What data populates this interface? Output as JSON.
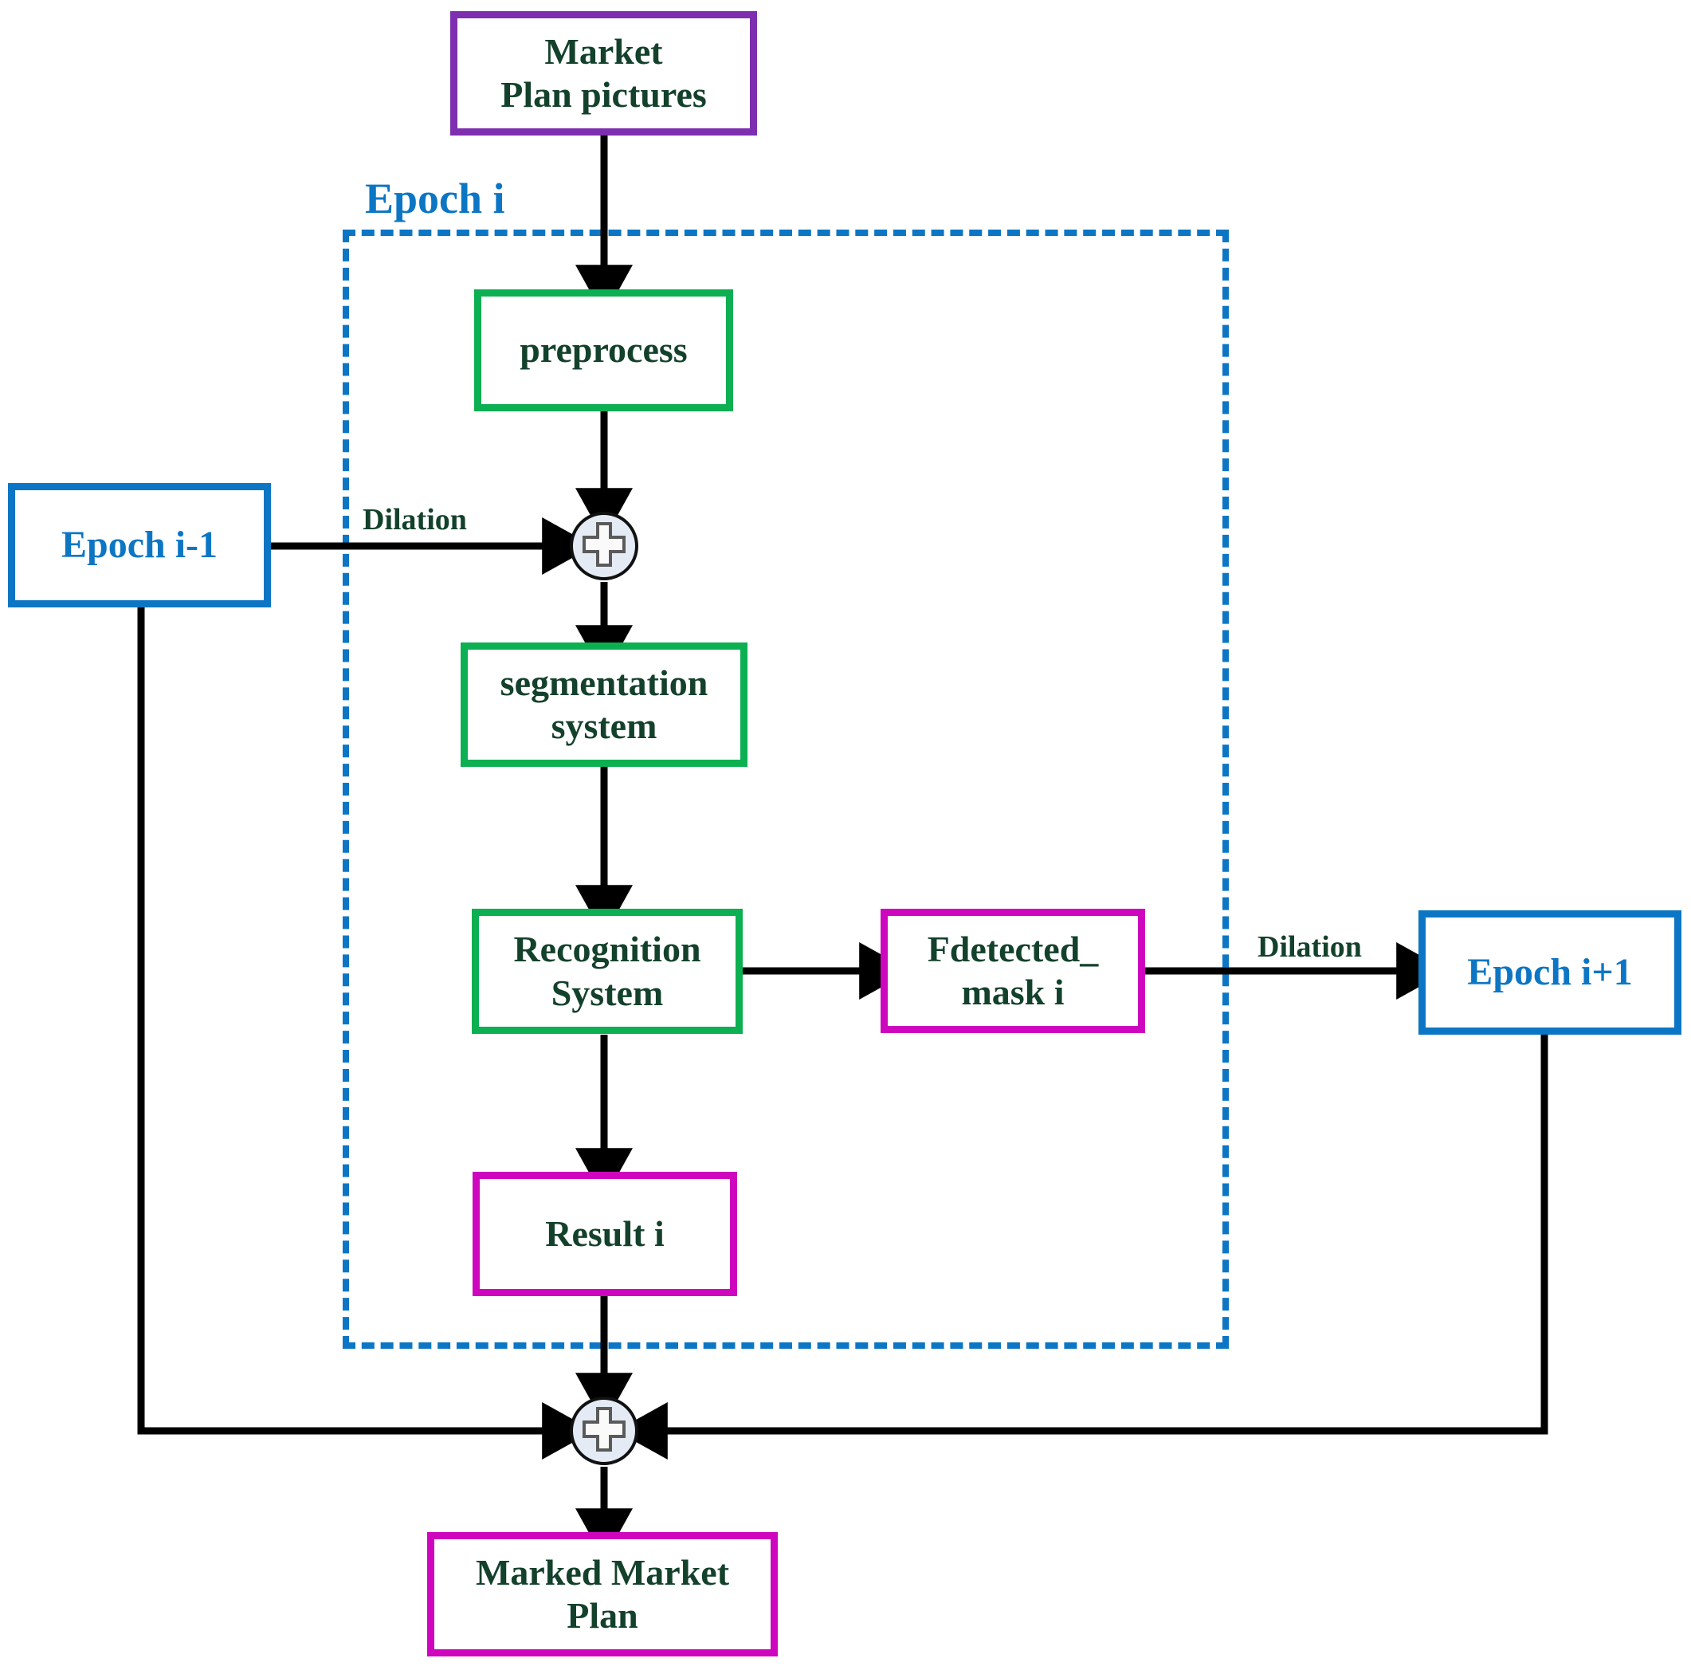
{
  "diagram": {
    "title": "Market Plan recognition pipeline flowchart",
    "colors": {
      "purple": "#7D2FAF",
      "green": "#0CAF51",
      "magenta": "#CE07BE",
      "blue": "#0C76C4",
      "text_green": "#13412B",
      "wire_black": "#000000",
      "junction_fill": "#E4EBF5"
    },
    "nodes": {
      "market_plan_pictures": {
        "line1": "Market",
        "line2": "Plan pictures"
      },
      "preprocess": {
        "line1": "preprocess"
      },
      "epoch_prev": {
        "line1": "Epoch i-1"
      },
      "segmentation_system": {
        "line1": "segmentation",
        "line2": "system"
      },
      "recognition_system": {
        "line1": "Recognition",
        "line2": "System"
      },
      "fdetected_mask": {
        "line1": "Fdetected_",
        "line2": "mask i"
      },
      "epoch_next": {
        "line1": "Epoch i+1"
      },
      "result": {
        "line1": "Result i"
      },
      "marked_market_plan": {
        "line1": "Marked Market",
        "line2": "Plan"
      }
    },
    "labels": {
      "epoch_group": "Epoch i",
      "dilation_left": "Dilation",
      "dilation_right": "Dilation"
    },
    "junctions": {
      "top_adder": "plus-junction",
      "bottom_adder": "plus-junction"
    }
  }
}
